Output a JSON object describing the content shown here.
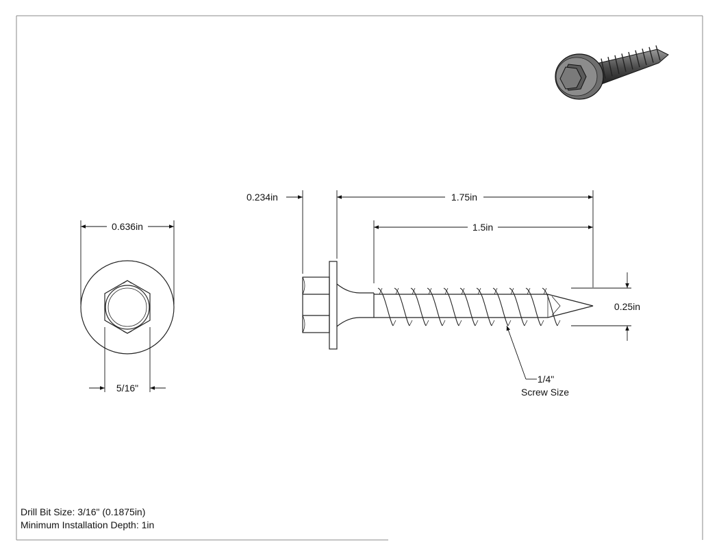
{
  "dimensions": {
    "head_diameter": "0.636in",
    "hex_size": "5/16\"",
    "head_height": "0.234in",
    "overall_length": "1.75in",
    "thread_length": "1.5in",
    "thread_diameter": "0.25in",
    "screw_size": "1/4\"",
    "screw_size_caption": "Screw Size"
  },
  "notes": {
    "drill_bit": "Drill Bit Size: 3/16\" (0.1875in)",
    "min_depth": "Minimum Installation Depth: 1in"
  },
  "colors": {
    "line": "#222222",
    "dim": "#111111",
    "border": "#888888"
  },
  "icons": {
    "iso_view": "isometric-screw-icon"
  }
}
